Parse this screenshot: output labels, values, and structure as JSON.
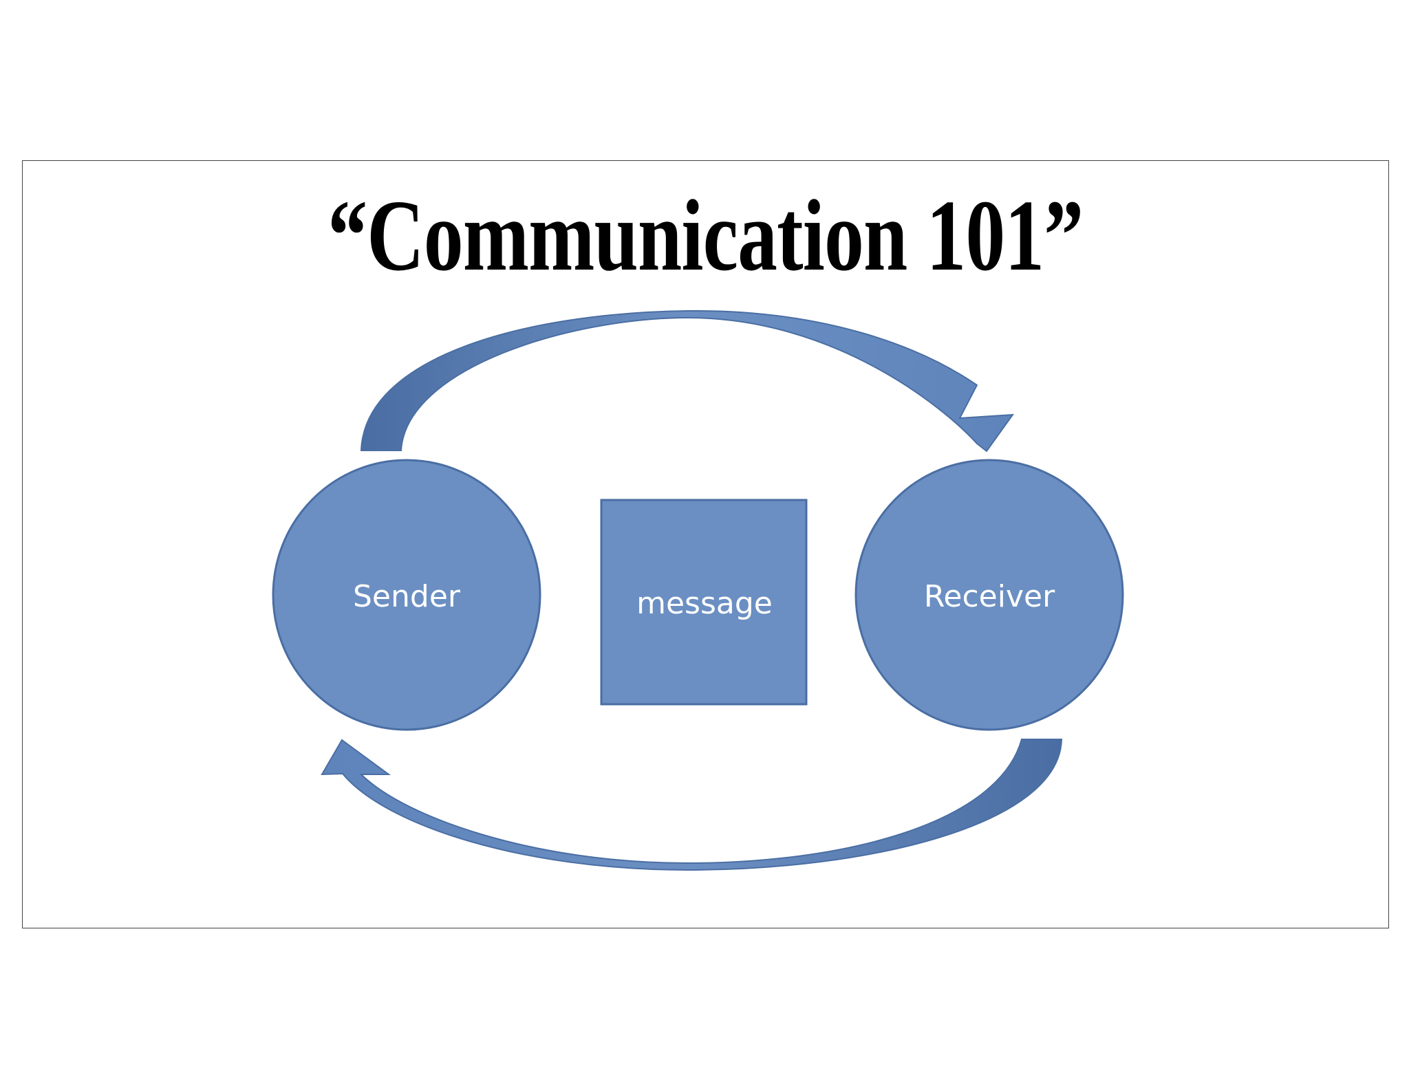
{
  "slide": {
    "title": "“Communication 101”"
  },
  "diagram": {
    "type": "communication-cycle",
    "colors": {
      "node_fill": "#6b8fc2",
      "node_stroke": "#4a6ea3",
      "arrow_fill": "#5e84bb",
      "arrow_dark": "#4a6ea3",
      "label_color": "#ffffff"
    },
    "nodes": [
      {
        "id": "sender",
        "shape": "circle",
        "label": "Sender"
      },
      {
        "id": "message",
        "shape": "square",
        "label": "message"
      },
      {
        "id": "receiver",
        "shape": "circle",
        "label": "Receiver"
      }
    ],
    "edges": [
      {
        "from": "sender",
        "to": "receiver",
        "shape": "curved-arrow-top"
      },
      {
        "from": "receiver",
        "to": "sender",
        "shape": "curved-arrow-bottom"
      }
    ]
  }
}
